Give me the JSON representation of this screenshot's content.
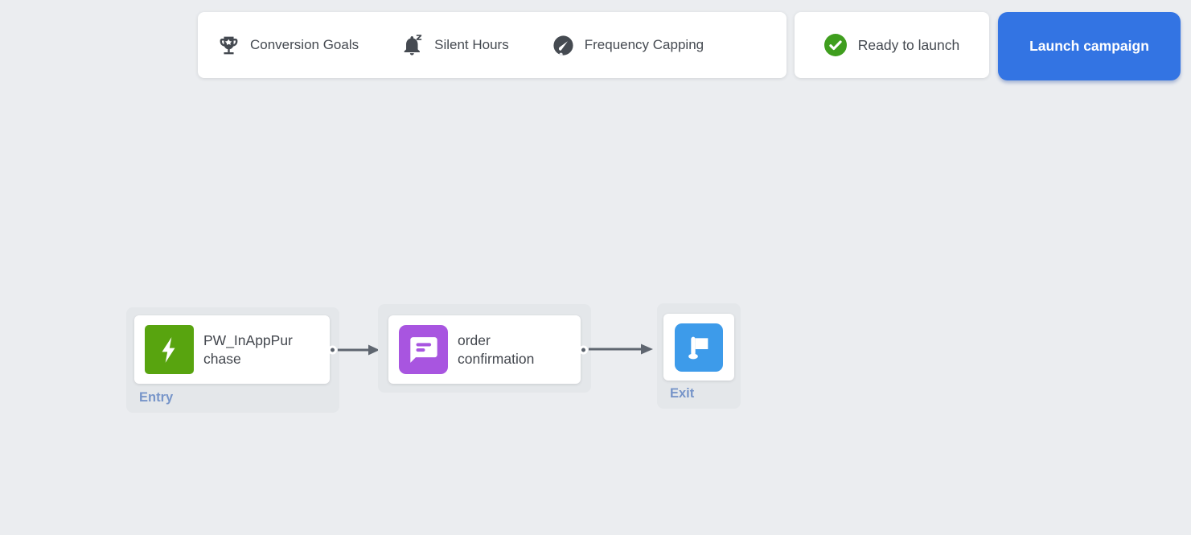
{
  "app": {
    "background": "#ebedf0"
  },
  "toolbar": {
    "items": [
      {
        "label": "Conversion Goals",
        "icon": "trophy-icon"
      },
      {
        "label": "Silent Hours",
        "icon": "snooze-bell-icon"
      },
      {
        "label": "Frequency Capping",
        "icon": "gauge-icon"
      }
    ]
  },
  "status": {
    "label": "Ready to launch",
    "icon": "check-circle-icon",
    "icon_color": "#3f9e1e"
  },
  "launch_button": {
    "label": "Launch campaign",
    "background": "#3374e3",
    "text_color": "#ffffff"
  },
  "canvas": {
    "nodes": [
      {
        "title": "PW_InAppPurchase",
        "role_label": "Entry",
        "icon": "lightning-icon",
        "icon_color": "#58a40f"
      },
      {
        "title": "order confirmation",
        "icon": "in-app-message-icon",
        "icon_color": "#a855e0"
      },
      {
        "role_label": "Exit",
        "icon": "flag-icon",
        "icon_color": "#3d9bea"
      }
    ],
    "connections": [
      {
        "from": 0,
        "to": 1
      },
      {
        "from": 1,
        "to": 2
      }
    ],
    "connector_color": "#5f6670",
    "label_color": "#7795c9"
  }
}
